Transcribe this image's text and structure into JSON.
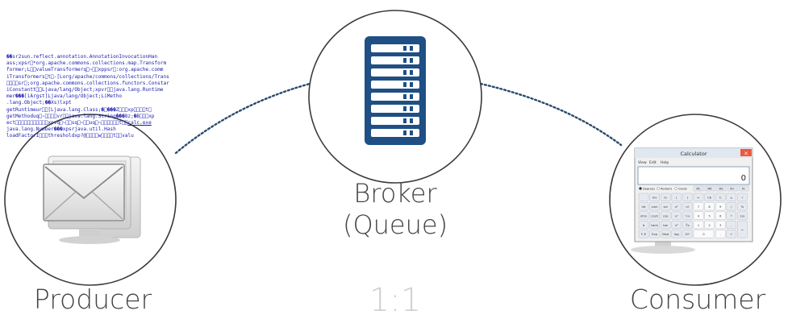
{
  "nodes": {
    "producer": {
      "label": "Producer"
    },
    "broker": {
      "title": "Broker",
      "subtitle": "(Queue)"
    },
    "consumer": {
      "label": "Consumer"
    }
  },
  "ratio_label": "1:1",
  "payload_lines": [
    "��\u0005sr\u00002sun.reflect.annotation.AnnotationInvocationHan",
    "ass;xpsr\u0000*org.apache.commons.collections.map.Transform",
    "former;L\u0000\u0011valueTransformerq\u0000~\u0000\u0003xppsr\u0000:org.apache.comm",
    "iTransformers\u0000t\u0000-[Lorg/apache/commons/collections/Trans",
    "\u0000\u0000\u0000\u0005sr\u0000;org.apache.commons.collections.functors.Constar",
    "iConstantt\u0000\u0012Ljava/lang/Object;xpvr\u0000\u0011java.lang.Runtime",
    "mer���\u0002\u0000\u0003[\u0000\u0005iArgst\u0000\u0013[Ljava/lang/Object;L\u0000\u000biMetho",
    ".lang.Object;��X\u001fs)l\u0002\u0000\u0000xp\u0000\u0000\u0000\u0002t\u0000",
    "getRuntimeur\u0000\u0012[Ljava.lang.Class;�\u0016���Z\u0002\u0000\u0000xp\u0000\u0000\u0000\u0000t\u0000",
    "getMethoduq\u0000~\u0000\u0000\u0000\u0000vr\u0000\u0010java.lang.String���8z;�B\u0002\u0000\u0000xp",
    "ect\u0000\u0000\u0000\u0000\u0000\u0000\u0000\u0000\u0000\u0000\u0000xpvq\u0000~\u0000\u0000sq\u0000~\u0000\u0013uq\u0000~\u0000\u0000\u0000\u0000\u0000\u0000t\u0000\u0004calc.exe",
    "\u0011java.lang.Number���\u0002\u0000\u0000xp\u0000\u0000\u0000\u0001sr\u0000\u0011java.util.Hash",
    "loadFactorI\u0000\u0000\u0000thresholdxp?@\u0000\u0000\u0000\u0000w\u0000\u0000\u0000\u0000t\u0000\u0005valu"
  ],
  "payload_highlight": "calc.exe",
  "calculator": {
    "title": "Calculator",
    "menu": [
      "View",
      "Edit",
      "Help"
    ],
    "display": "0",
    "angle_modes": [
      "Degrees",
      "Radians",
      "Grads"
    ],
    "memory_keys": [
      "MC",
      "MR",
      "MS",
      "M+",
      "M-"
    ],
    "key_rows": [
      [
        "",
        "Inv",
        "In",
        "(",
        ")",
        "←",
        "CE",
        "C",
        "±",
        "√"
      ],
      [
        "Int",
        "sinh",
        "sin",
        "x²",
        "n!",
        "7",
        "8",
        "9",
        "/",
        "%"
      ],
      [
        "dms",
        "cosh",
        "cos",
        "xʸ",
        "ʸ√x",
        "4",
        "5",
        "6",
        "*",
        "1/x"
      ],
      [
        "π",
        "tanh",
        "tan",
        "x³",
        "∛x",
        "1",
        "2",
        "3",
        "-",
        "="
      ],
      [
        "F-E",
        "Exp",
        "Mod",
        "log",
        "10ˣ",
        "0",
        "",
        ".",
        "+",
        ""
      ]
    ]
  },
  "colors": {
    "circle_stroke": "#3a3a3a",
    "connector": "#2a4a6e",
    "server": "#1f4f84",
    "envelope": "#eeeeee",
    "calc_titlebar": "#ea5a3c"
  }
}
